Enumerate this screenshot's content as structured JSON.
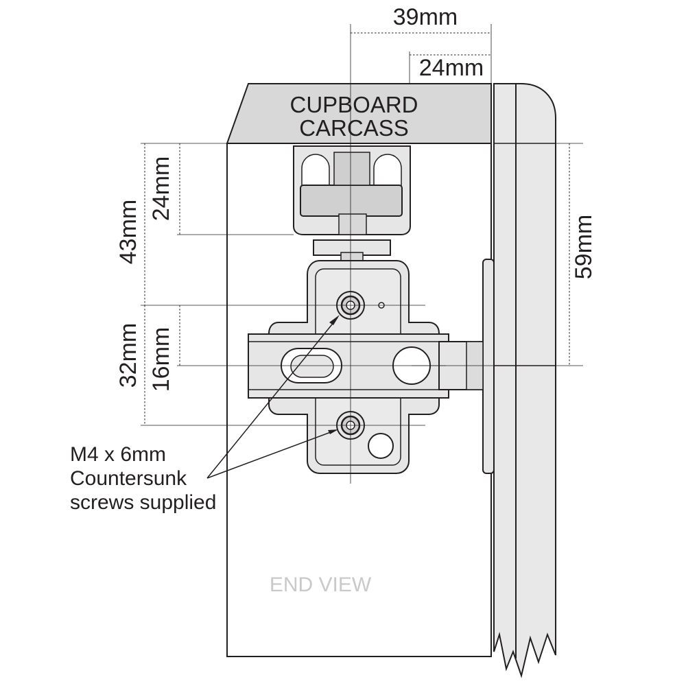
{
  "dimensions": {
    "top_outer": "39mm",
    "top_inner": "24mm",
    "left_outer_upper": "43mm",
    "left_inner_upper": "24mm",
    "left_outer_lower": "32mm",
    "left_inner_lower": "16mm",
    "right": "59mm"
  },
  "labels": {
    "carcass_line1": "CUPBOARD",
    "carcass_line2": "CARCASS",
    "screw_line1": "M4 x 6mm",
    "screw_line2": "Countersunk",
    "screw_line3": "screws supplied",
    "view": "END VIEW"
  },
  "colors": {
    "line": "#231f20",
    "carcass_fill": "#d8d8d8",
    "door_fill": "#e8e8e8",
    "hinge_fill": "#e6e6e6",
    "view_text": "#c9c9c9"
  }
}
